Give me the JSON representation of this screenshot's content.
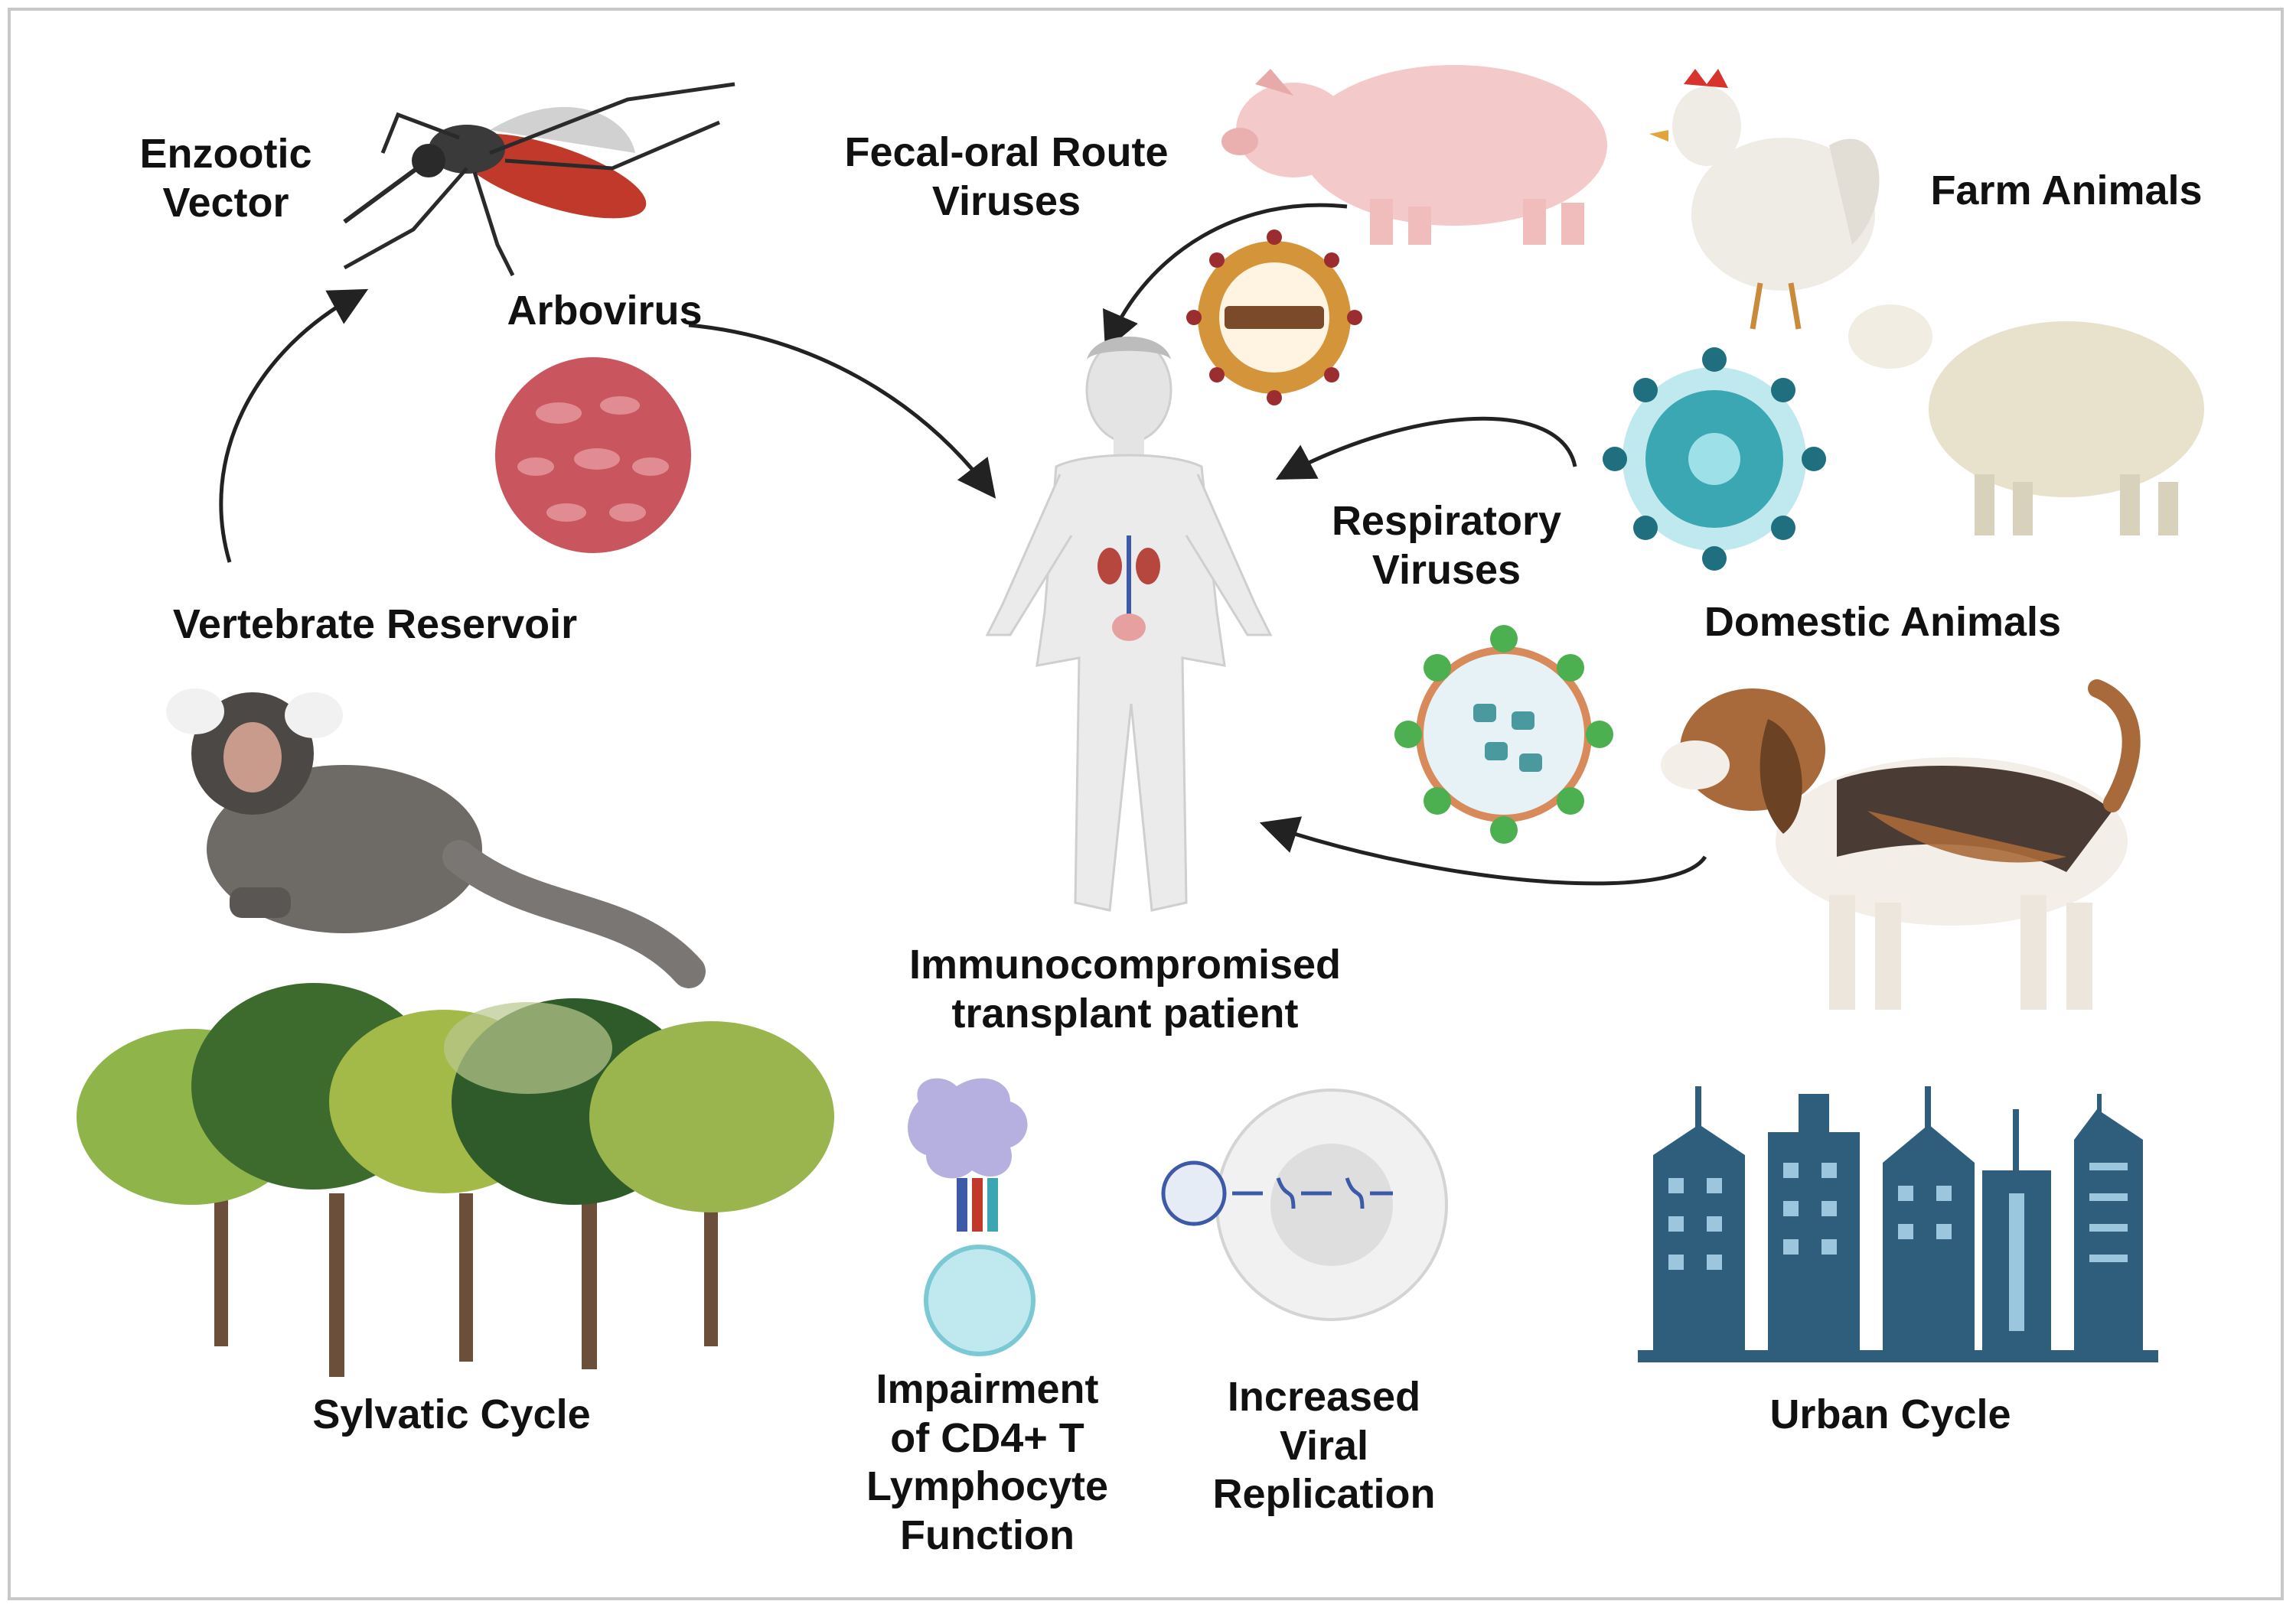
{
  "labels": {
    "enzootic_vector": "Enzootic\nVector",
    "arbovirus": "Arbovirus",
    "vertebrate_reservoir": "Vertebrate Reservoir",
    "sylvatic_cycle": "Sylvatic Cycle",
    "fecal_oral": "Fecal-oral Route\nViruses",
    "farm_animals": "Farm Animals",
    "respiratory_viruses": "Respiratory\nViruses",
    "domestic_animals": "Domestic Animals",
    "patient": "Immunocompromised\ntransplant patient",
    "cd4": "Impairment\nof CD4+ T\nLymphocyte\nFunction",
    "replication": "Increased\nViral\nReplication",
    "urban_cycle": "Urban Cycle"
  },
  "colors": {
    "text": "#111111",
    "frame": "#c8c8c8",
    "arrow": "#222222",
    "mosquito_abdomen": "#c0392b",
    "arbovirus": "#c9555f",
    "pig": "#f3c9c9",
    "sheep": "#e8e1cc",
    "respiratory_virus": "#3aa7b3",
    "coronavirus_spike": "#4caf50",
    "building": "#2f5d7c",
    "tree_dark": "#3d6b2e",
    "tree_light": "#8fb44a"
  },
  "icons": [
    "mosquito-icon",
    "arbovirus-particle-icon",
    "marmoset-icon",
    "forest-icon",
    "pig-icon",
    "rooster-icon",
    "sheep-icon",
    "fecal-oral-virus-icon",
    "respiratory-virus-icon",
    "coronavirus-icon",
    "beagle-icon",
    "city-skyline-icon",
    "human-body-icon",
    "dendritic-cell-icon",
    "infected-cell-icon"
  ]
}
